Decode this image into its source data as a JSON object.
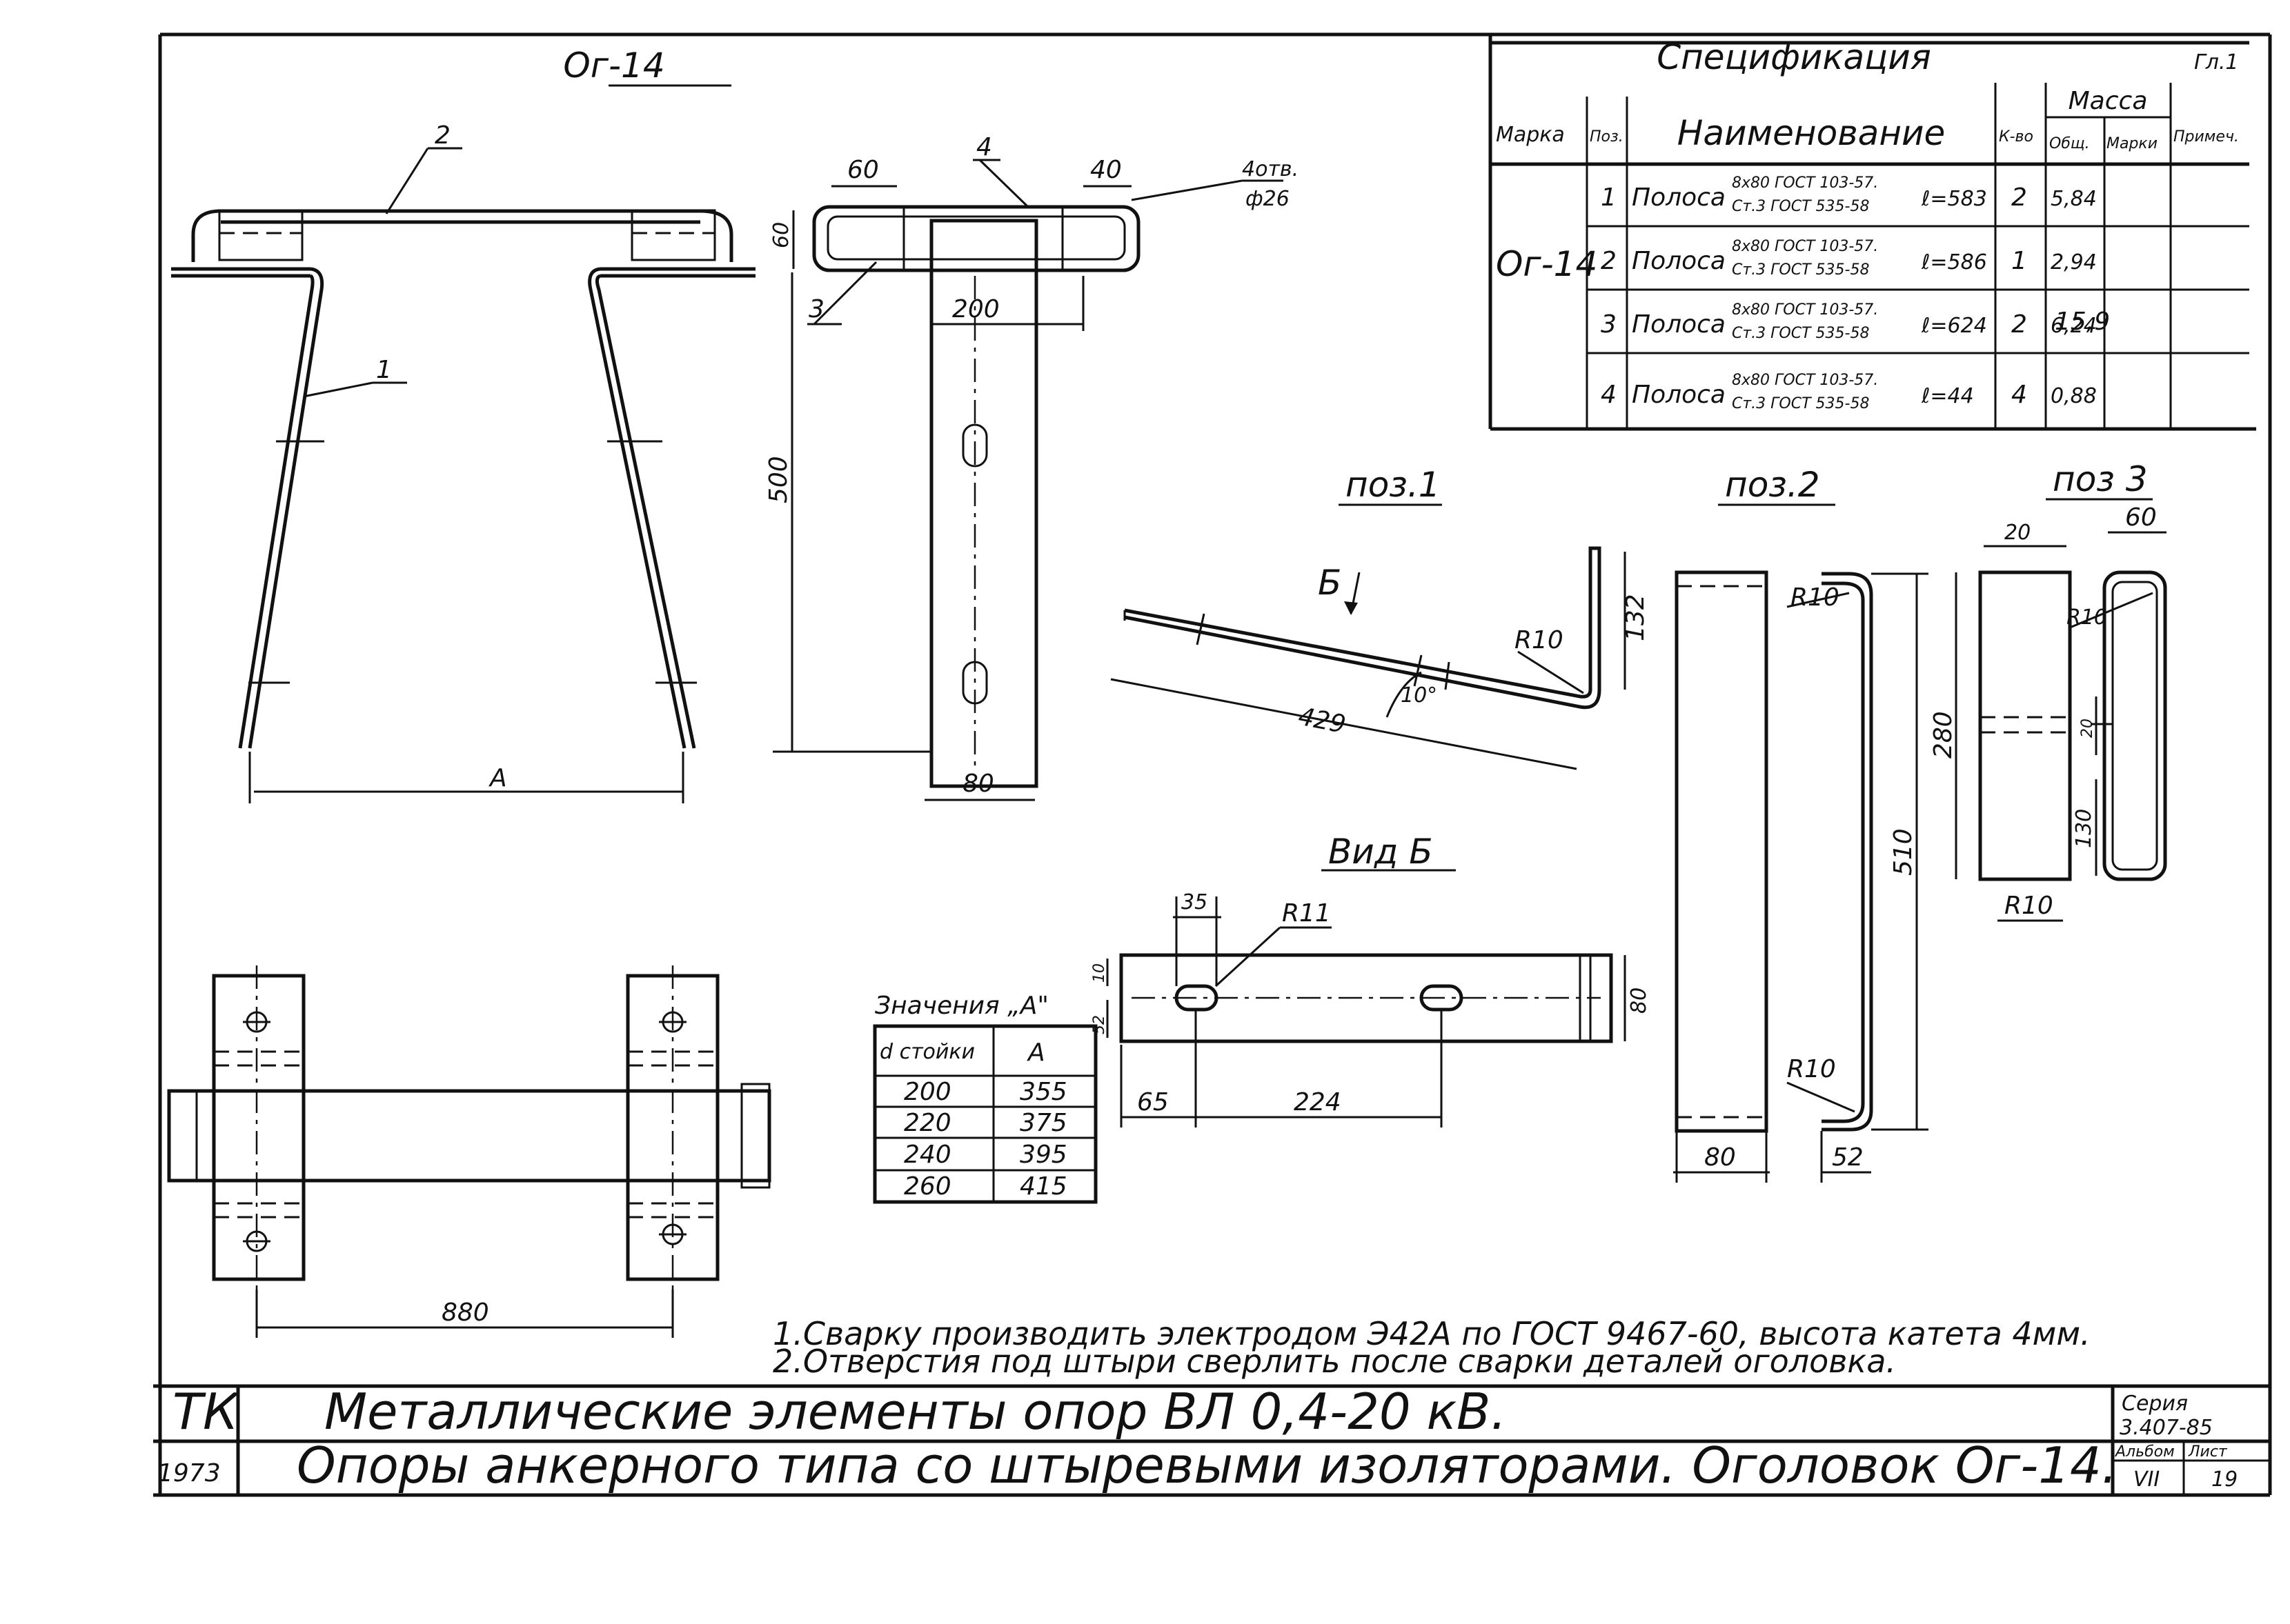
{
  "drawing": {
    "main_title": "Ог-14",
    "labels": {
      "pos_1_view": "поз.1",
      "pos_2_view": "поз.2",
      "pos_3_view": "поз 3",
      "view_b": "Вид Б",
      "arrow_b": "Б",
      "callout_1": "1",
      "callout_2": "2",
      "callout_3": "3",
      "callout_4": "4",
      "holes_note": "4отв.",
      "holes_dia": "ф26",
      "dim_A": "А"
    },
    "dimensions": {
      "top_60": "60",
      "top_40": "40",
      "top_60v": "60",
      "top_200": "200",
      "top_500": "500",
      "top_80": "80",
      "p1_132": "132",
      "p1_R10": "R10",
      "p1_429": "429",
      "p1_10deg": "10°",
      "p2_R10a": "R10",
      "p2_R10b": "R10",
      "p2_510": "510",
      "p2_80": "80",
      "p2_52": "52",
      "p3_20": "20",
      "p3_60": "60",
      "p3_R10a": "R10",
      "p3_R10b": "R10",
      "p3_280": "280",
      "p3_20v": "20",
      "p3_130": "130",
      "vb_35": "35",
      "vb_R11": "R11",
      "vb_10": "10",
      "vb_52": "52",
      "vb_80": "80",
      "vb_65": "65",
      "vb_224": "224",
      "plan_880": "880"
    }
  },
  "spec_table": {
    "title": "Спецификация",
    "corner": "Гл.1",
    "headers": {
      "mark": "Марка",
      "pos": "Поз.",
      "name": "Наименование",
      "qty": "К-во",
      "mass": "Масса",
      "mass_total": "Общ.",
      "mass_mark": "Марки",
      "note": "Примеч."
    },
    "mark": "Ог-14",
    "mass_mark_value": "15,9",
    "rows": [
      {
        "pos": "1",
        "name": "Полоса",
        "line1": "8х80 ГОСТ 103-57.",
        "line2": "Ст.3 ГОСТ 535-58",
        "length": "ℓ=583",
        "qty": "2",
        "mass": "5,84"
      },
      {
        "pos": "2",
        "name": "Полоса",
        "line1": "8х80 ГОСТ 103-57.",
        "line2": "Ст.3 ГОСТ 535-58",
        "length": "ℓ=586",
        "qty": "1",
        "mass": "2,94"
      },
      {
        "pos": "3",
        "name": "Полоса",
        "line1": "8х80 ГОСТ 103-57.",
        "line2": "Ст.3 ГОСТ 535-58",
        "length": "ℓ=624",
        "qty": "2",
        "mass": "6,24"
      },
      {
        "pos": "4",
        "name": "Полоса",
        "line1": "8х80 ГОСТ 103-57.",
        "line2": "Ст.3 ГОСТ 535-58",
        "length": "ℓ=44",
        "qty": "4",
        "mass": "0,88"
      }
    ]
  },
  "values_table": {
    "title": "Значения „А\"",
    "headers": [
      "d стойки",
      "А"
    ],
    "rows": [
      [
        "200",
        "355"
      ],
      [
        "220",
        "375"
      ],
      [
        "240",
        "395"
      ],
      [
        "260",
        "415"
      ]
    ]
  },
  "notes": [
    "1.Сварку производить электродом Э42А по ГОСТ 9467-60, высота катета 4мм.",
    "2.Отверстия под штыри сверлить после сварки деталей оголовка."
  ],
  "title_block": {
    "code": "ТК",
    "year": "1973",
    "line1": "Металлические элементы опор ВЛ 0,4-20 кВ.",
    "line2": "Опоры анкерного типа со штыревыми изоляторами. Оголовок Ог-14.",
    "series_label": "Серия",
    "series_value": "3.407-85",
    "album_label": "Альбом",
    "album_value": "VII",
    "sheet_label": "Лист",
    "sheet_value": "19"
  }
}
